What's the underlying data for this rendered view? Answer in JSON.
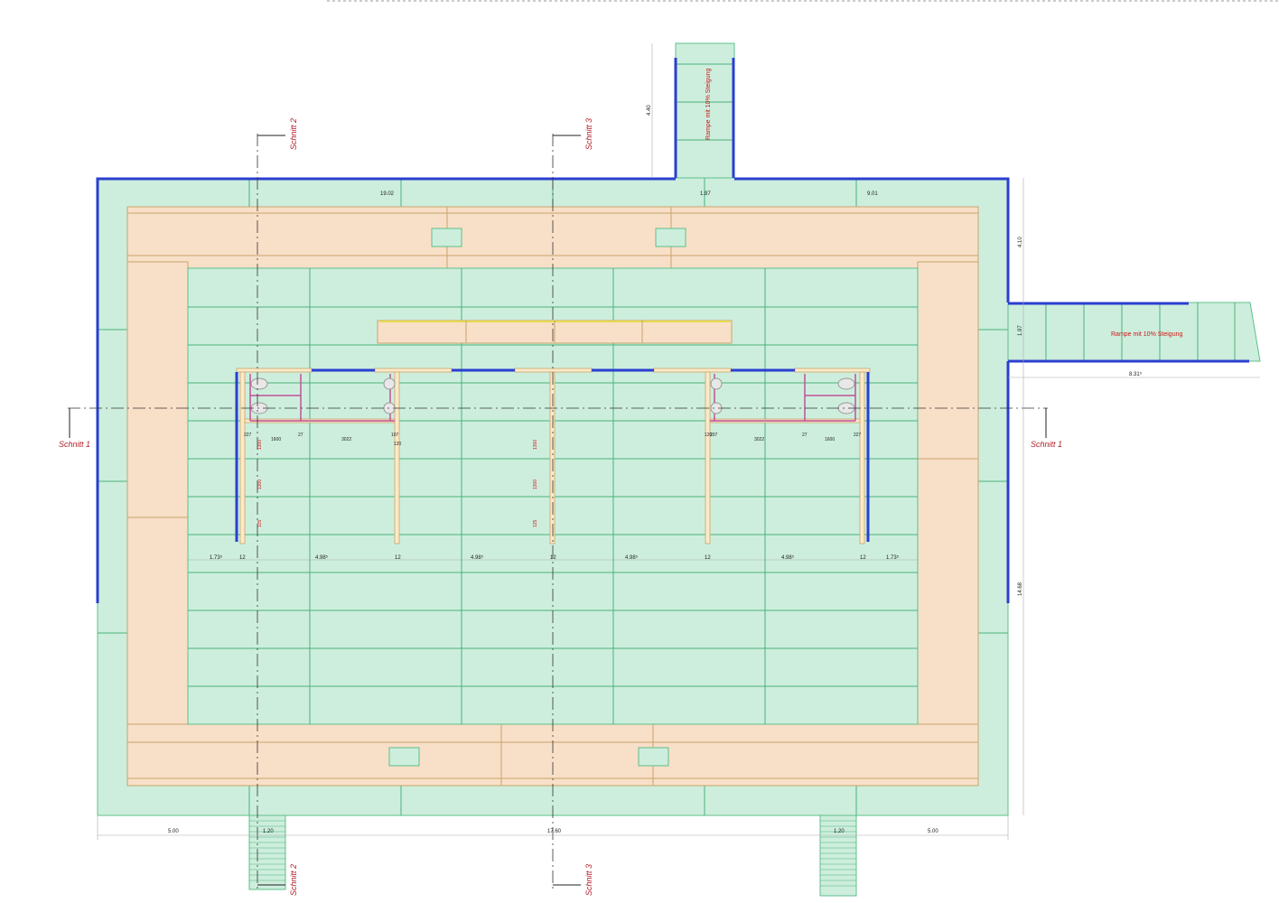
{
  "plan": {
    "ramp_label": "Rampe mit 10% Steigung",
    "sections": {
      "schnitt_1": "Schnitt 1",
      "schnitt_2": "Schnitt 2",
      "schnitt_3": "Schnitt 3"
    },
    "dimensions": {
      "top_left": "19.02",
      "top_ramp_width": "1.97",
      "top_right": "9.01",
      "top_ramp_length": "4.40",
      "right_upper": "4.10",
      "right_ramp_width": "1.97",
      "right_lower": "14.68",
      "right_ramp_length": "8.31⁵",
      "bottom_left": "5.00",
      "bottom_stair_left": "1.20",
      "bottom_total": "17.60",
      "bottom_stair_right": "1.20",
      "bottom_right": "5.00"
    },
    "row_dimensions": [
      "1.73⁵",
      "12",
      "4.98⁵",
      "12",
      "4.98⁵",
      "12",
      "4.98⁵",
      "12",
      "4.98⁵",
      "12",
      "1.73⁵"
    ],
    "toilet_dims_left": [
      "227",
      "1600",
      "27",
      "3022",
      "107",
      "120"
    ],
    "toilet_dims_right": [
      "120",
      "207",
      "3022",
      "27",
      "1600",
      "227"
    ],
    "red_dims": [
      "1300",
      "1300",
      "125"
    ]
  }
}
